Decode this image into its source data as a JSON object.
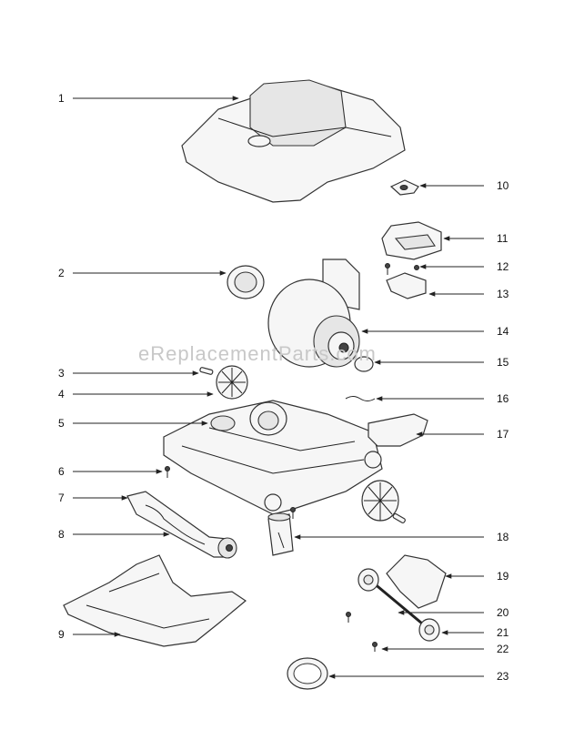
{
  "watermark": "eReplacementParts.com",
  "callouts": [
    "1",
    "2",
    "3",
    "4",
    "5",
    "6",
    "7",
    "8",
    "9",
    "10",
    "11",
    "12",
    "13",
    "14",
    "15",
    "16",
    "17",
    "18",
    "19",
    "20",
    "21",
    "22",
    "23"
  ]
}
